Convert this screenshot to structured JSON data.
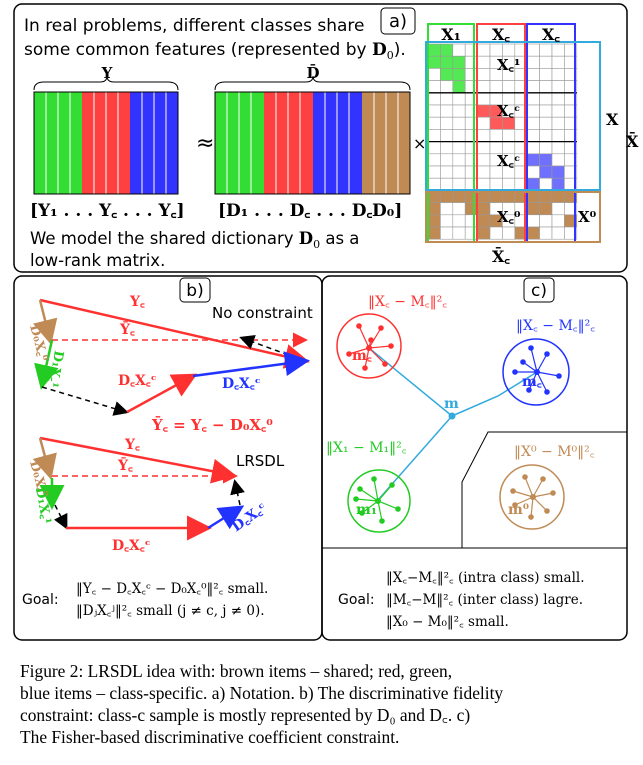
{
  "panel_a": {
    "tag": "a)",
    "text_line1": "In real problems, different classes share",
    "text_line2_prefix": "some common features (represented by ",
    "text_line2_sym": "D",
    "text_line2_sub": "0",
    "text_line2_suffix": ").",
    "Y_label": "Y",
    "D_label": "D̄",
    "approx": "≈",
    "times": "×",
    "Y_bracket": "[Y₁ . . . Y꜀ . . . Y꜀]",
    "D_bracket_1": "[D₁ . . . D꜀ . . . D꜀",
    "D_bracket_2": "D₀]",
    "model_line1_prefix": "We model the shared dictionary ",
    "model_line1_sym": "D",
    "model_line1_sub": "0",
    "model_line1_suffix": " as a",
    "model_line2": "low-rank matrix.",
    "colX1": "X₁",
    "colXc": "X꜀",
    "colXC": "X꜀",
    "rowXc1": "X꜀¹",
    "rowXcc": "X꜀ᶜ",
    "rowXcC": "X꜀ᶜ",
    "rowXc0": "X꜀⁰",
    "X_label": "X",
    "Xbar_label": "X̄",
    "X0_label": "X⁰",
    "Xbar_c_label": "X̄꜀"
  },
  "panel_b": {
    "tag": "b)",
    "no_constraint": "No constraint",
    "lrsdl": "LRSDL",
    "Yc": "Y꜀",
    "Ybar_c": "Ȳ꜀",
    "D0Xc0": "D₀X꜀⁰",
    "D1Xc1": "D₁X꜀¹",
    "DcXcc": "D꜀X꜀ᶜ",
    "DCXcC": "D꜀X꜀ᶜ",
    "eq": "Ȳ꜀ = Y꜀ − D₀X꜀⁰",
    "goal_label": "Goal:",
    "goal_line1": "‖Y꜀ − D꜀X꜀ᶜ − D₀X꜀⁰‖²꜀ small.",
    "goal_line2": "‖DⱼX꜀ʲ‖²꜀ small (j ≠ c, j ≠ 0)."
  },
  "panel_c": {
    "tag": "c)",
    "norm_c": "‖X꜀ − M꜀‖²꜀",
    "norm_C": "‖X꜀ − M꜀‖²꜀",
    "norm_1": "‖X₁ − M₁‖²꜀",
    "norm_0": "‖X⁰ − M⁰‖²꜀",
    "m": "m",
    "mc": "m꜀",
    "mC": "m꜀",
    "m1": "m₁",
    "m0": "m⁰",
    "goal_label": "Goal:",
    "goal_line1": "‖X꜀−M꜀‖²꜀ (intra class) small.",
    "goal_line2": "‖M꜀−M‖²꜀ (inter class) lagre.",
    "goal_line3": "‖X₀ − M₀‖²꜀ small."
  },
  "caption": {
    "line1": "Figure 2: LRSDL idea with: brown items – shared; red, green,",
    "line2": "blue items – class-specific. a) Notation. b) The discriminative fidelity",
    "line3": "constraint: class-c sample is mostly represented by D₀ and D꜀. c)",
    "line4": "The Fisher-based discriminative coefficient constraint."
  },
  "colors": {
    "green": "#33dd33",
    "red": "#ff4040",
    "blue": "#3333ff",
    "brown": "#c08a55",
    "cyan": "#33aadd"
  }
}
